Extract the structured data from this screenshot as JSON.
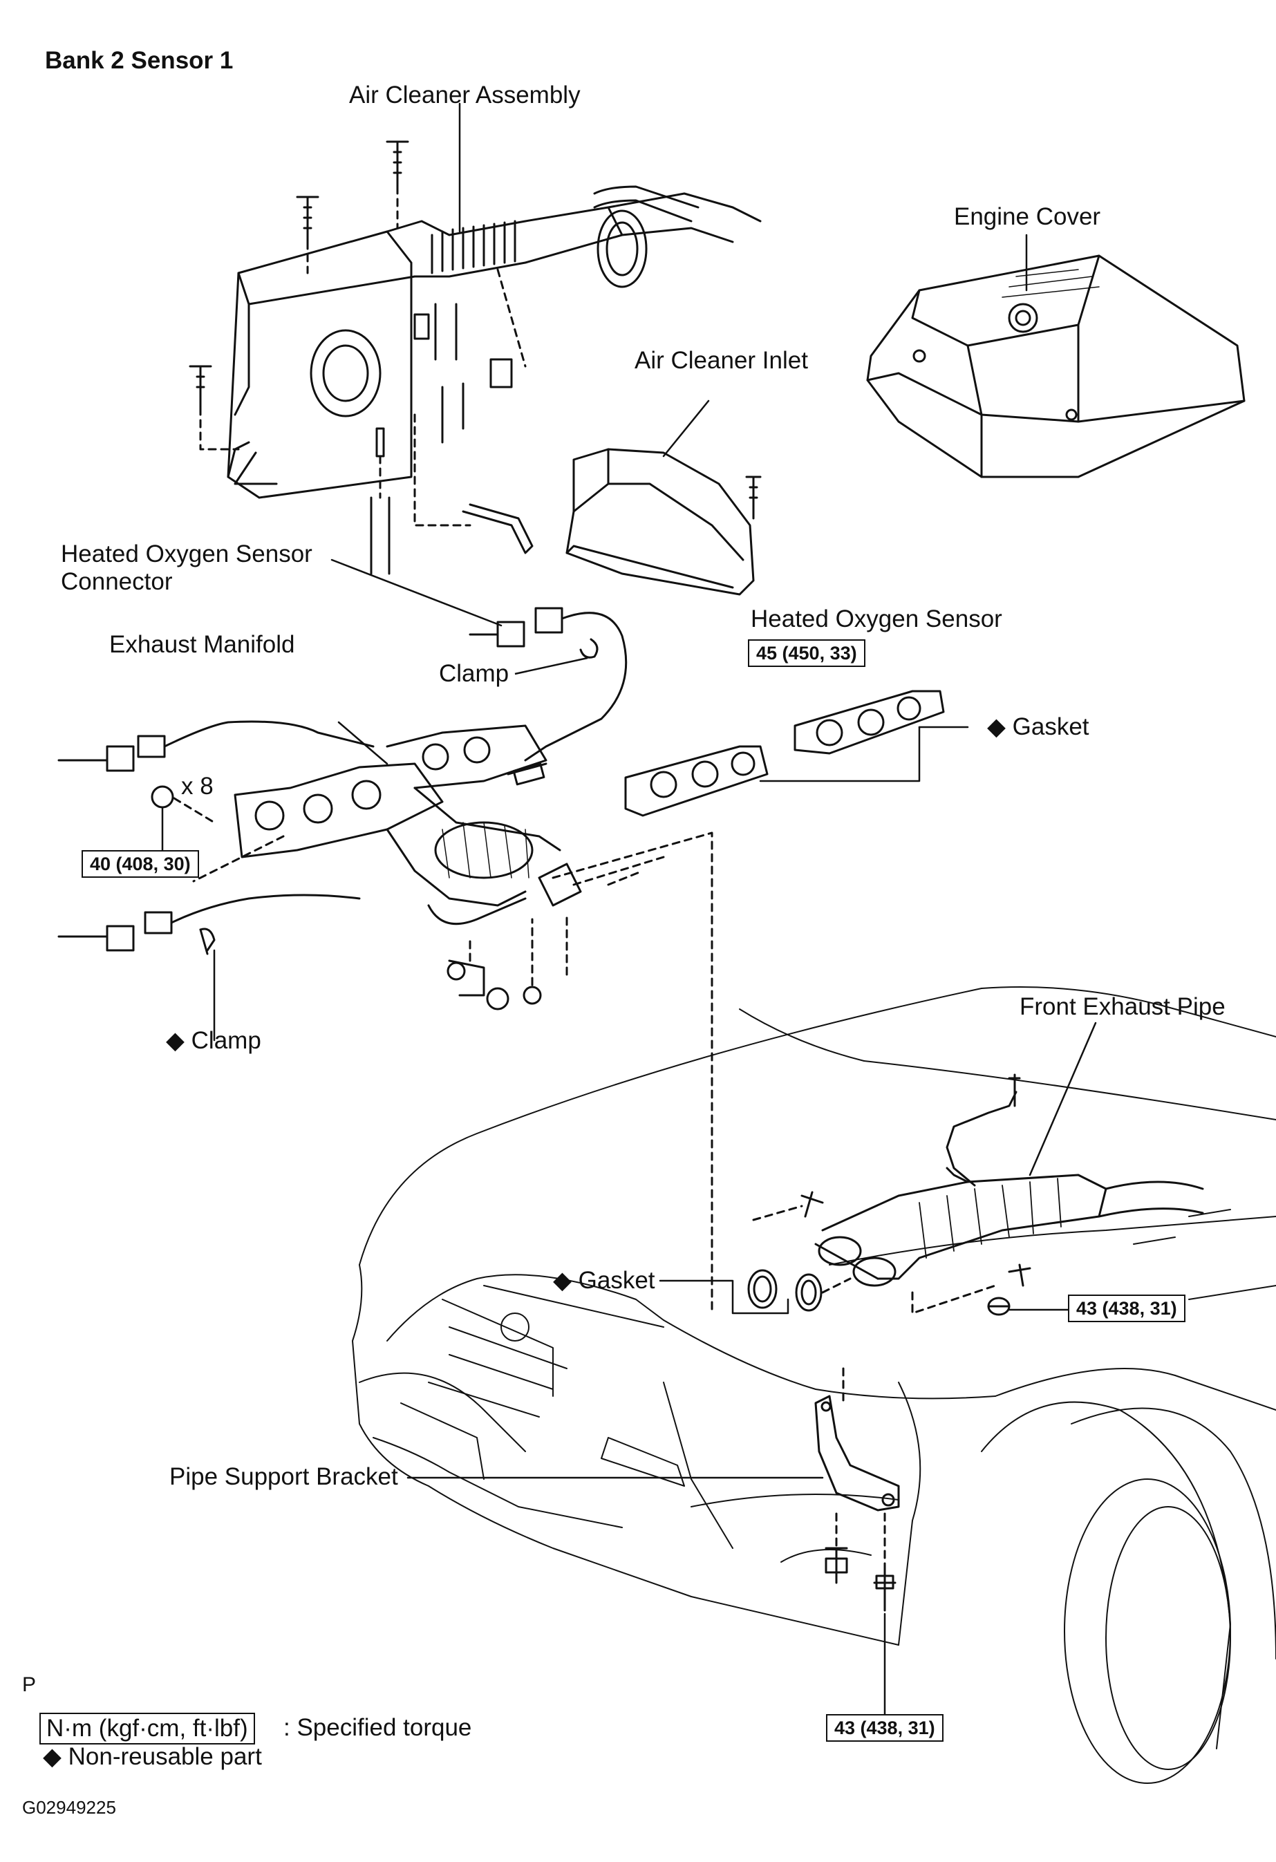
{
  "heading": "Bank 2 Sensor 1",
  "labels": {
    "air_cleaner_assembly": "Air Cleaner Assembly",
    "engine_cover": "Engine Cover",
    "air_cleaner_inlet": "Air Cleaner Inlet",
    "ho2s_connector_line1": "Heated Oxygen Sensor",
    "ho2s_connector_line2": "Connector",
    "exhaust_manifold": "Exhaust Manifold",
    "heated_oxygen_sensor": "Heated Oxygen Sensor",
    "clamp_upper": "Clamp",
    "gasket_right": "◆ Gasket",
    "nut_count": "x 8",
    "clamp_lower": "◆ Clamp",
    "front_exhaust_pipe": "Front Exhaust Pipe",
    "gasket_front": "◆ Gasket",
    "pipe_support_bracket": "Pipe Support Bracket",
    "view_marker": "P"
  },
  "torque_specs": {
    "ho2s": "45 (450, 33)",
    "manifold_nuts": "40 (408, 30)",
    "front_pipe_bolts": "43 (438, 31)",
    "bracket_bolt": "43 (438, 31)"
  },
  "legend": {
    "torque_unit": "N·m (kgf·cm, ft·lbf)",
    "torque_desc": ": Specified torque",
    "non_reusable": "◆ Non-reusable part"
  },
  "figure_id": "G02949225"
}
